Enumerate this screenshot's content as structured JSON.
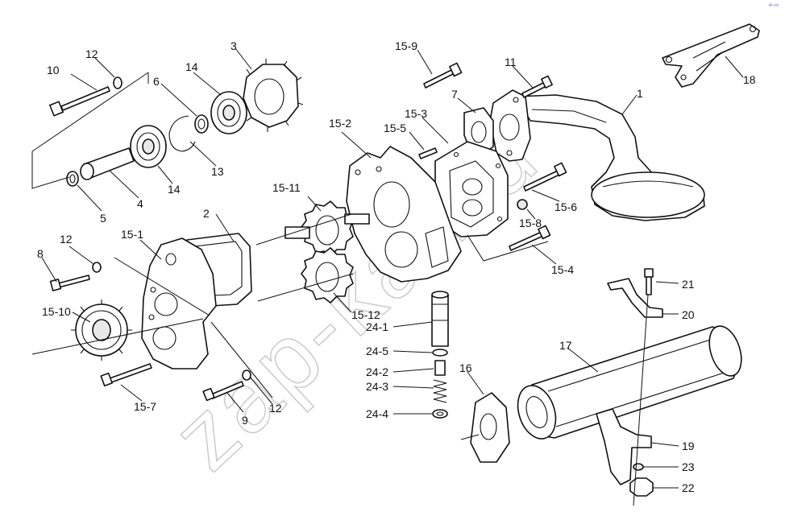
{
  "watermark": "zap-kar.ru",
  "corner_mark": "ᵃᵇ ᵘᵗᵘ",
  "labels": {
    "l1": "1",
    "l2": "2",
    "l3": "3",
    "l4": "4",
    "l5": "5",
    "l6": "6",
    "l7": "7",
    "l8": "8",
    "l9": "9",
    "l10": "10",
    "l11": "11",
    "l12a": "12",
    "l12b": "12",
    "l12c": "12",
    "l13": "13",
    "l14a": "14",
    "l14b": "14",
    "l15_1": "15-1",
    "l15_2": "15-2",
    "l15_3": "15-3",
    "l15_4": "15-4",
    "l15_5": "15-5",
    "l15_6": "15-6",
    "l15_7": "15-7",
    "l15_8": "15-8",
    "l15_9": "15-9",
    "l15_10": "15-10",
    "l15_11": "15-11",
    "l15_12": "15-12",
    "l16": "16",
    "l17": "17",
    "l18": "18",
    "l19": "19",
    "l20": "20",
    "l21": "21",
    "l22": "22",
    "l23": "23",
    "l24_1": "24-1",
    "l24_2": "24-2",
    "l24_3": "24-3",
    "l24_4": "24-4",
    "l24_5": "24-5"
  }
}
